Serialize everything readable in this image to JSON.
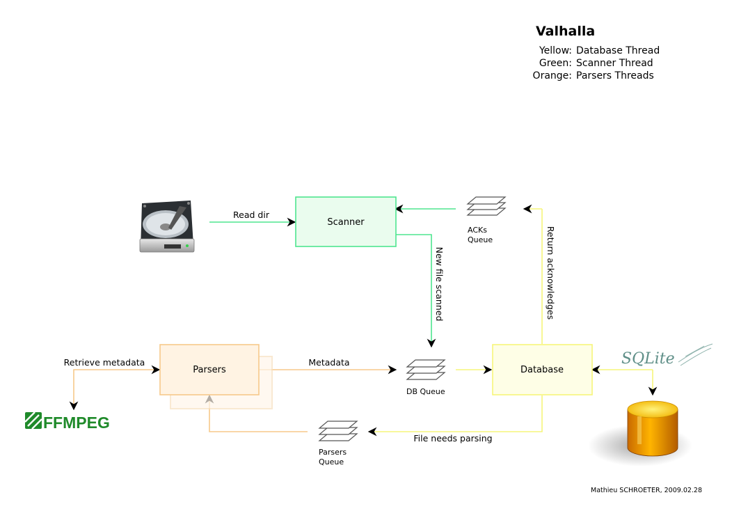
{
  "legend": {
    "title": "Valhalla",
    "rows": [
      {
        "key": "Yellow:",
        "value": "Database Thread"
      },
      {
        "key": "Green:",
        "value": "Scanner Thread"
      },
      {
        "key": "Orange:",
        "value": "Parsers Threads"
      }
    ]
  },
  "nodes": {
    "scanner": "Scanner",
    "parsers": "Parsers",
    "database": "Database"
  },
  "queues": {
    "acks_line1": "ACKs",
    "acks_line2": "Queue",
    "db": "DB Queue",
    "parsers_line1": "Parsers",
    "parsers_line2": "Queue"
  },
  "edges": {
    "read_dir": "Read dir",
    "new_file_scanned": "New file scanned",
    "return_acknowledges": "Return acknowledges",
    "metadata": "Metadata",
    "retrieve_metadata": "Retrieve metadata",
    "file_needs_parsing": "File needs parsing"
  },
  "logos": {
    "ffmpeg": "FFMPEG",
    "sqlite": "SQLite"
  },
  "colors": {
    "green": "#4ee58f",
    "green_fill": "#eafcee",
    "orange": "#f7c98a",
    "orange_fill": "#fff3e3",
    "yellow": "#f6f57a",
    "yellow_fill": "#fefee6",
    "ffmpeg": "#1f8a2a",
    "sqlite": "#5f8f88"
  },
  "credit": "Mathieu SCHROETER, 2009.02.28"
}
